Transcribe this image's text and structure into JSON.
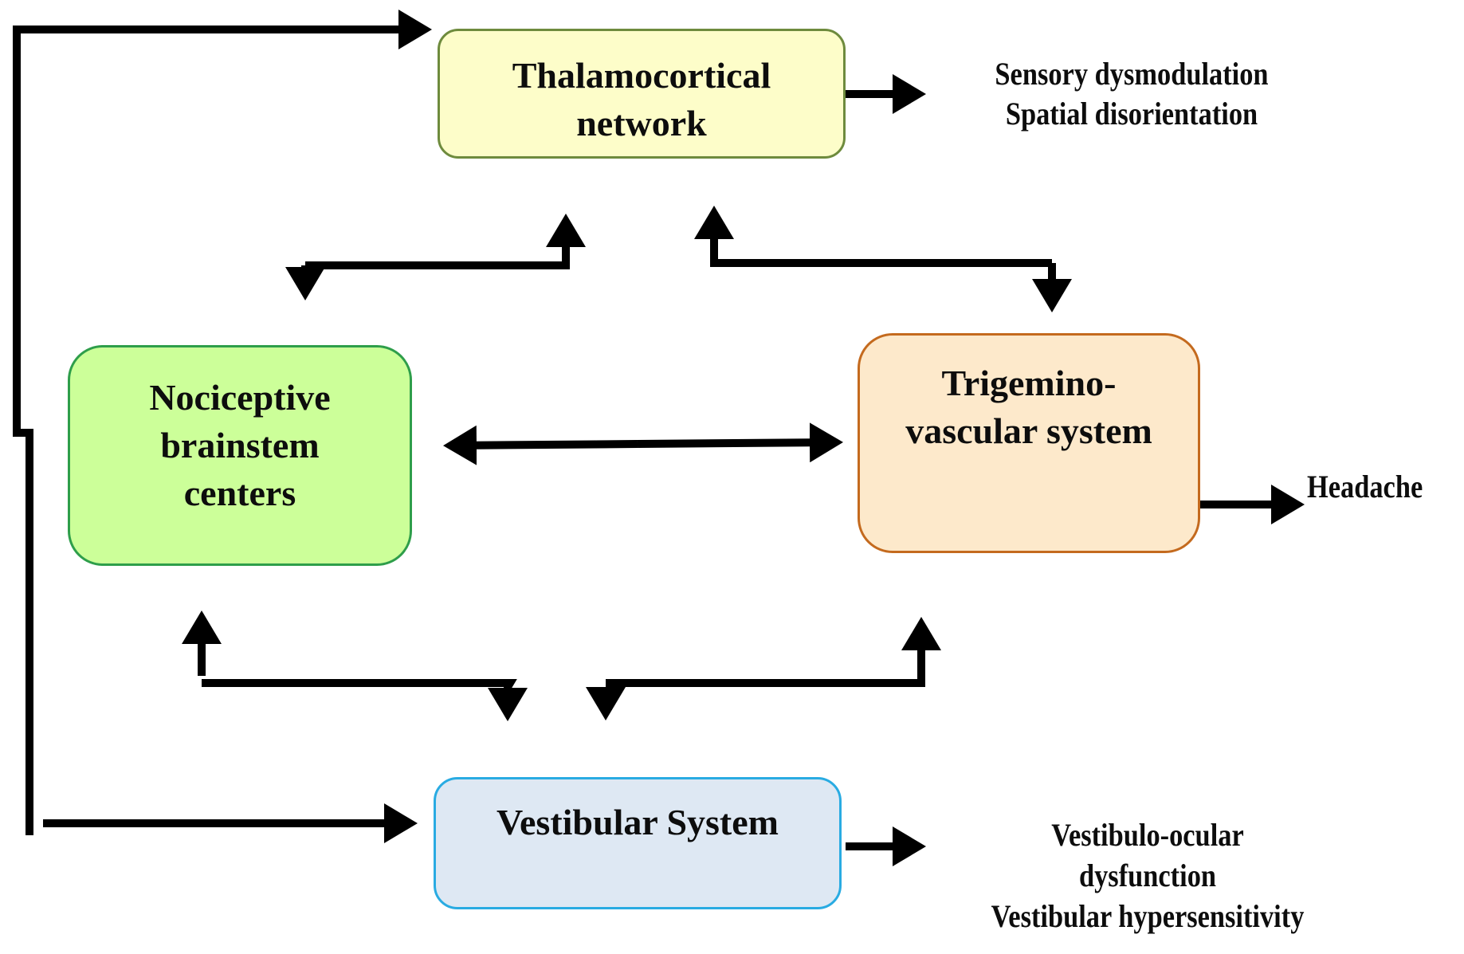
{
  "diagram": {
    "nodes": [
      {
        "id": "thalamocortical",
        "lines": [
          "Thalamocortical",
          "network"
        ],
        "fill": "#FDFDC9",
        "border": "#6E8B3D"
      },
      {
        "id": "nociceptive",
        "lines": [
          "Nociceptive",
          "brainstem",
          "centers"
        ],
        "fill": "#CCFF99",
        "border": "#2E9E4A"
      },
      {
        "id": "trigeminovascular",
        "lines": [
          "Trigemino-",
          "vascular system"
        ],
        "fill": "#FDE9CB",
        "border": "#C46A1E"
      },
      {
        "id": "vestibular",
        "lines": [
          "Vestibular System"
        ],
        "fill": "#DEE8F3",
        "border": "#29ABE2"
      }
    ],
    "outcomes": {
      "thalamocortical": [
        "Sensory dysmodulation",
        "Spatial disorientation"
      ],
      "trigeminovascular": [
        "Headache"
      ],
      "vestibular": [
        "Vestibulo-ocular",
        "dysfunction",
        "Vestibular hypersensitivity"
      ]
    },
    "edges": [
      {
        "from": "external-input",
        "to": "thalamocortical",
        "type": "directed"
      },
      {
        "from": "external-input",
        "to": "vestibular",
        "type": "directed"
      },
      {
        "from": "thalamocortical",
        "to": "nociceptive",
        "type": "bidirectional"
      },
      {
        "from": "thalamocortical",
        "to": "trigeminovascular",
        "type": "bidirectional"
      },
      {
        "from": "nociceptive",
        "to": "trigeminovascular",
        "type": "bidirectional"
      },
      {
        "from": "nociceptive",
        "to": "vestibular",
        "type": "bidirectional"
      },
      {
        "from": "trigeminovascular",
        "to": "vestibular",
        "type": "bidirectional"
      },
      {
        "from": "thalamocortical",
        "to": "outcome-thalamocortical",
        "type": "directed"
      },
      {
        "from": "trigeminovascular",
        "to": "outcome-headache",
        "type": "directed"
      },
      {
        "from": "vestibular",
        "to": "outcome-vestibular",
        "type": "directed"
      }
    ],
    "colors": {
      "arrow": "#000000"
    }
  }
}
